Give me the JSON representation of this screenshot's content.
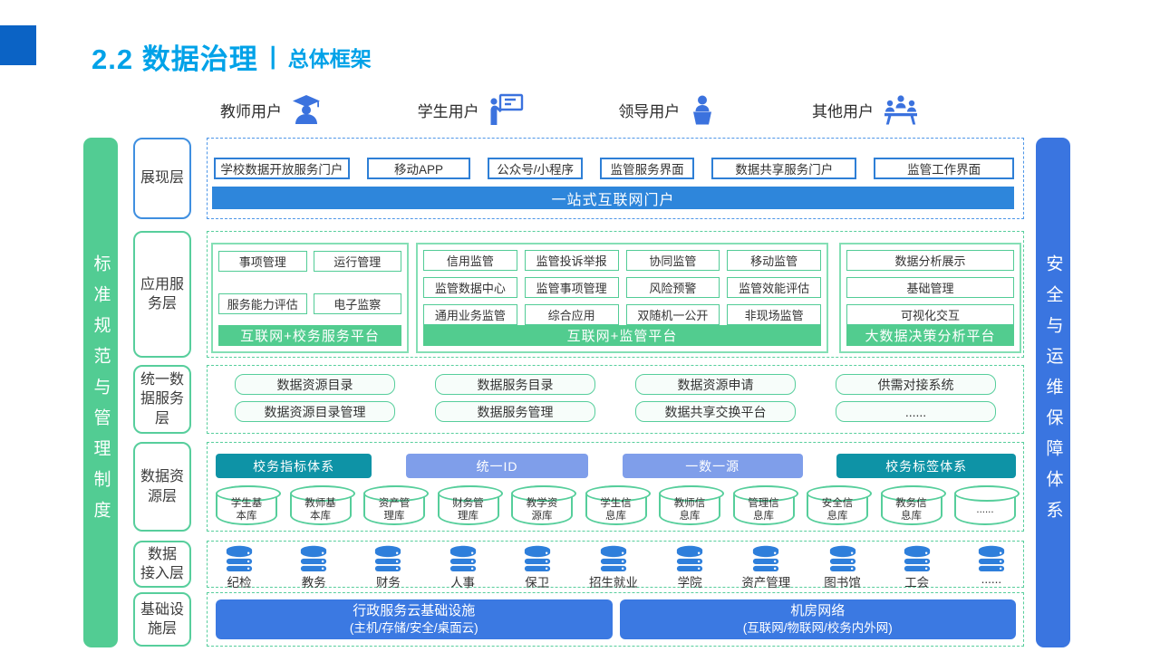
{
  "title": {
    "main": "2.2 数据治理",
    "separator": "丨",
    "sub": "总体框架"
  },
  "users": [
    {
      "label": "教师用户",
      "icon": "teacher-icon"
    },
    {
      "label": "学生用户",
      "icon": "student-icon"
    },
    {
      "label": "领导用户",
      "icon": "leader-icon"
    },
    {
      "label": "其他用户",
      "icon": "others-icon"
    }
  ],
  "pillars": {
    "left": "标准规范与管理制度",
    "right": "安全与运维保障体系"
  },
  "layers": {
    "presentation": {
      "label": "展现层",
      "boxes": [
        "学校数据开放服务门户",
        "移动APP",
        "公众号/小程序",
        "监管服务界面",
        "数据共享服务门户",
        "监管工作界面"
      ],
      "bar": "一站式互联网门户"
    },
    "application": {
      "label": "应用服\n务层",
      "groups": [
        {
          "boxes": [
            "事项管理",
            "运行管理",
            "服务能力评估",
            "电子监察"
          ],
          "bar": "互联网+校务服务平台"
        },
        {
          "boxes": [
            "信用监管",
            "监管投诉举报",
            "协同监管",
            "移动监管",
            "监管数据中心",
            "监管事项管理",
            "风险预警",
            "监管效能评估",
            "通用业务监管",
            "综合应用",
            "双随机一公开",
            "非现场监管"
          ],
          "bar": "互联网+监管平台"
        },
        {
          "boxes": [
            "数据分析展示",
            "基础管理",
            "可视化交互"
          ],
          "bar": "大数据决策分析平台"
        }
      ]
    },
    "data_service": {
      "label": "统一数\n据服务\n层",
      "boxes": [
        "数据资源目录",
        "数据服务目录",
        "数据资源申请",
        "供需对接系统",
        "数据资源目录管理",
        "数据服务管理",
        "数据共享交换平台",
        "......"
      ]
    },
    "data_resource": {
      "label": "数据资\n源层",
      "bars": [
        {
          "label": "校务指标体系",
          "variant": "teal"
        },
        {
          "label": "统一ID",
          "variant": "periwinkle"
        },
        {
          "label": "一数一源",
          "variant": "periwinkle"
        },
        {
          "label": "校务标签体系",
          "variant": "teal"
        }
      ],
      "databases": [
        "学生基本库",
        "教师基本库",
        "资产管理库",
        "财务管理库",
        "教学资源库",
        "学生信息库",
        "教师信息库",
        "管理信息库",
        "安全信息库",
        "教务信息库",
        "......"
      ]
    },
    "data_access": {
      "label": "数据\n接入层",
      "sources": [
        "纪检",
        "教务",
        "财务",
        "人事",
        "保卫",
        "招生就业",
        "学院",
        "资产管理",
        "图书馆",
        "工会",
        "......"
      ]
    },
    "infrastructure": {
      "label": "基础设\n施层",
      "bars": [
        {
          "title": "行政服务云基础设施",
          "subtitle": "(主机/存储/安全/桌面云)"
        },
        {
          "title": "机房网络",
          "subtitle": "(互联网/物联网/校务内外网)"
        }
      ]
    }
  },
  "colors": {
    "title_blue": "#00A2E8",
    "accent_blue": "#0B63C5",
    "icon_blue": "#3B72DE",
    "presentation_blue": "#2E86DB",
    "green": "#52CC8F",
    "teal": "#0E93A6",
    "periwinkle": "#7F9EEA",
    "infra_blue": "#3B79E2"
  }
}
